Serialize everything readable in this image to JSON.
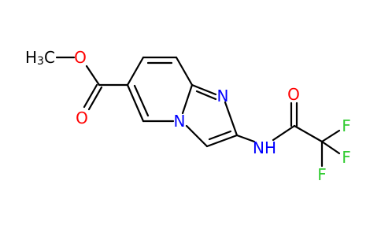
{
  "structure": {
    "bond_color": "#000000",
    "atoms": {
      "methyl_h3c": {
        "prefix": "H",
        "subscript": "3",
        "suffix": "C",
        "color": "#000000"
      },
      "ester_o": {
        "label": "O",
        "color": "#ff0000"
      },
      "carbonyl_o": {
        "label": "O",
        "color": "#ff0000"
      },
      "ring_n_bridge": {
        "label": "N",
        "color": "#0000ff"
      },
      "ring_n_imine": {
        "label": "N",
        "color": "#0000ff"
      },
      "amide_nh": {
        "label": "NH",
        "color": "#0000ff"
      },
      "amide_o": {
        "label": "O",
        "color": "#ff0000"
      },
      "fluorine_1": {
        "label": "F",
        "color": "#33cc33"
      },
      "fluorine_2": {
        "label": "F",
        "color": "#33cc33"
      },
      "fluorine_3": {
        "label": "F",
        "color": "#33cc33"
      }
    }
  }
}
